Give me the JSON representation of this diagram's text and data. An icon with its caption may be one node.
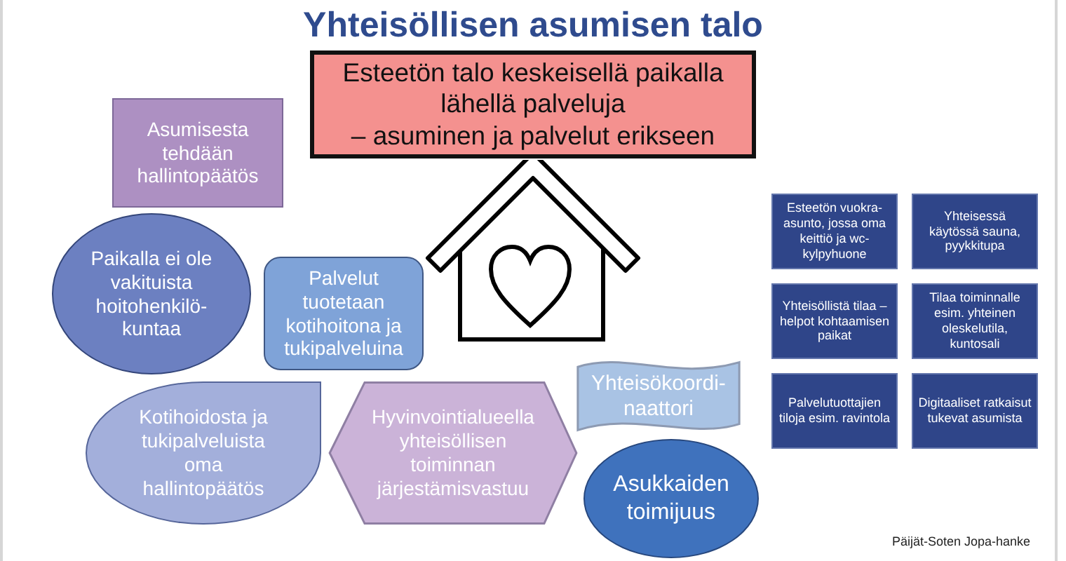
{
  "diagram": {
    "title": "Yhteisöllisen asumisen talo",
    "nodes": [
      {
        "text": [
          "Esteetön talo keskeisellä paikalla lähellä palveluja",
          "– asuminen ja palvelut erikseen"
        ]
      },
      {
        "text": [
          "Asumisesta tehdään hallintopäätös"
        ]
      },
      {
        "text": [
          "Paikalla ei ole vakituista hoitohenkilö- kuntaa"
        ]
      },
      {
        "text": [
          "Palvelut tuotetaan kotihoitona ja tukipalveluina"
        ]
      },
      {
        "text": [
          "Kotihoidosta ja tukipalveluista oma hallintopäätös"
        ]
      },
      {
        "text": [
          "Hyvinvointialueella yhteisöllisen toiminnan järjestämisvastuu"
        ]
      },
      {
        "text": [
          "Yhteisökoordi- naattori"
        ]
      },
      {
        "text": [
          "Asukkaiden toimijuus"
        ]
      },
      {
        "text": [
          "Esteetön vuokra-asunto, jossa oma keittiö ja wc-kylpyhuone"
        ]
      },
      {
        "text": [
          "Yhteisessä käytössä sauna, pyykkitupa"
        ]
      },
      {
        "text": [
          "Yhteisöllistä tilaa – helpot kohtaamisen paikat"
        ]
      },
      {
        "text": [
          "Tilaa toiminnalle esim. yhteinen oleskelutila, kuntosali"
        ]
      },
      {
        "text": [
          "Palvelutuottajien tiloja esim. ravintola"
        ]
      },
      {
        "text": [
          "Digitaaliset ratkaisut tukevat asumista"
        ]
      }
    ],
    "labels": [
      "Päijät-Soten Jopa-hanke"
    ]
  }
}
